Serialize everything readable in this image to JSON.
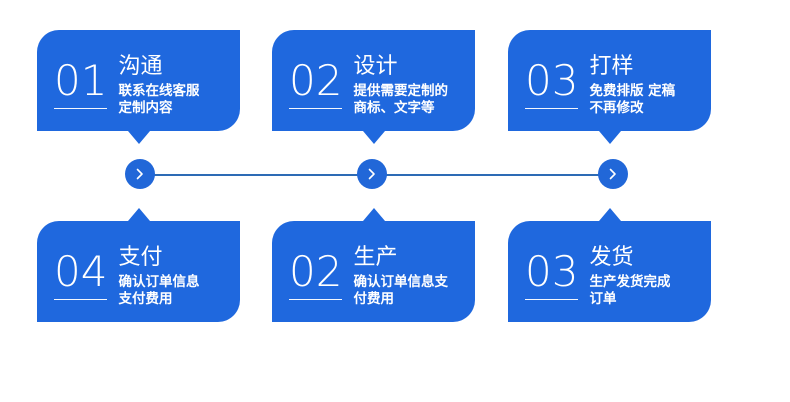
{
  "theme": {
    "card_blue": "#1f68de",
    "node_blue": "#2167d8",
    "line_blue": "#2d6bb5",
    "text_white": "#ffffff",
    "background": "#ffffff"
  },
  "process": {
    "steps_top": [
      {
        "number": "01",
        "title": "沟通",
        "desc_line1": "联系在线客服",
        "desc_line2": "定制内容"
      },
      {
        "number": "02",
        "title": "设计",
        "desc_line1": "提供需要定制的",
        "desc_line2": "商标、文字等"
      },
      {
        "number": "03",
        "title": "打样",
        "desc_line1": "免费排版 定稿",
        "desc_line2": "不再修改"
      }
    ],
    "steps_bottom": [
      {
        "number": "04",
        "title": "支付",
        "desc_line1": "确认订单信息",
        "desc_line2": "支付费用"
      },
      {
        "number": "02",
        "title": "生产",
        "desc_line1": "确认订单信息支",
        "desc_line2": "付费用"
      },
      {
        "number": "03",
        "title": "发货",
        "desc_line1": "生产发货完成",
        "desc_line2": "订单"
      }
    ],
    "connector_nodes": [
      {
        "icon": "chevron-right-icon"
      },
      {
        "icon": "chevron-right-icon"
      },
      {
        "icon": "chevron-right-icon"
      }
    ]
  }
}
